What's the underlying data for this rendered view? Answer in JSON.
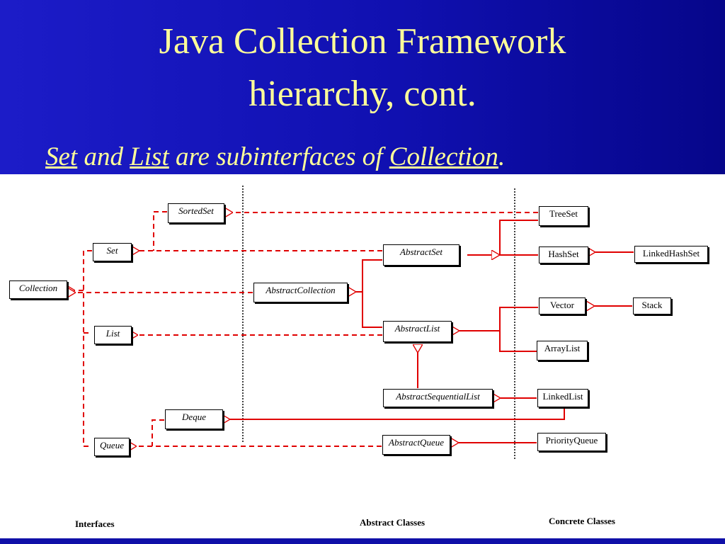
{
  "slide": {
    "title_line1": "Java Collection Framework",
    "title_line2": "hierarchy, cont.",
    "subtitle": {
      "set": "Set",
      "and": " and ",
      "list": "List",
      "mid": " are subinterfaces of ",
      "collection": "Collection",
      "end": "."
    }
  },
  "diagram": {
    "colors": {
      "line": "#e00000",
      "border": "#000000",
      "header_bg": "#1414b4",
      "title": "#ffff99"
    },
    "interfaces": {
      "sortedset": "SortedSet",
      "set": "Set",
      "collection": "Collection",
      "list": "List",
      "deque": "Deque",
      "queue": "Queue"
    },
    "abstract_classes": {
      "abstractset": "AbstractSet",
      "abstractcollection": "AbstractCollection",
      "abstractlist": "AbstractList",
      "abstractsequentiallist": "AbstractSequentialList",
      "abstractqueue": "AbstractQueue"
    },
    "concrete_classes": {
      "treeset": "TreeSet",
      "hashset": "HashSet",
      "linkedhashset": "LinkedHashSet",
      "vector": "Vector",
      "stack": "Stack",
      "arraylist": "ArrayList",
      "linkedlist": "LinkedList",
      "priorityqueue": "PriorityQueue"
    },
    "captions": {
      "interfaces": "Interfaces",
      "abstract": "Abstract Classes",
      "concrete": "Concrete Classes"
    }
  }
}
